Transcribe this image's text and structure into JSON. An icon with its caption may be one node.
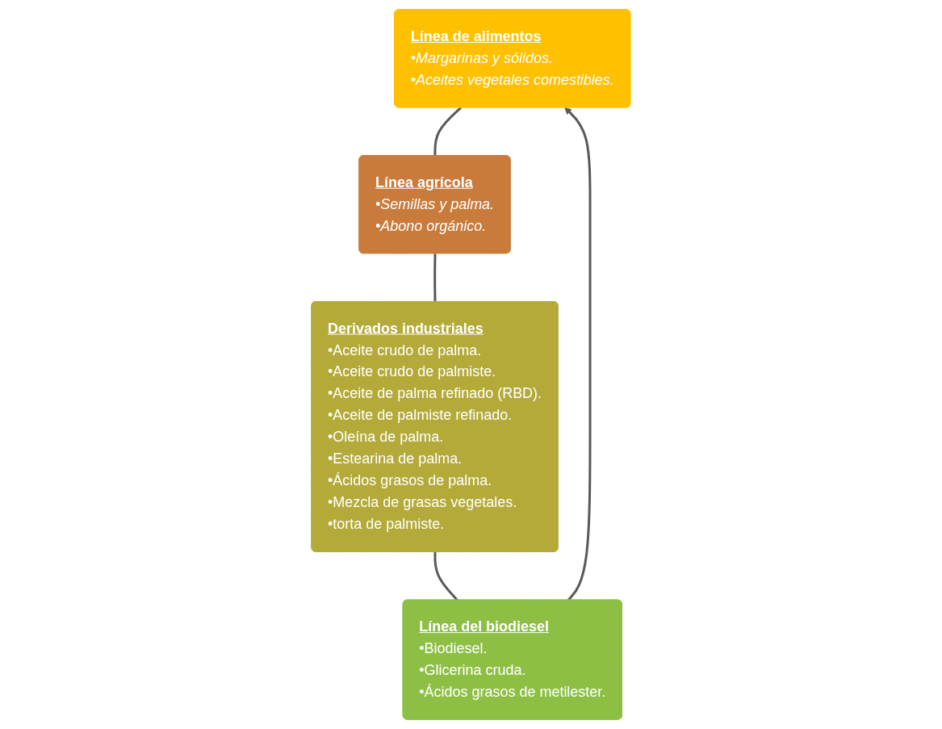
{
  "diagram": {
    "nodes": [
      {
        "text": [
          "Línea de alimentos",
          "•Margarinas y sólidos.",
          "•Aceites vegetales comestibles."
        ]
      },
      {
        "text": [
          "Línea agrícola",
          "•Semillas y palma.",
          "•Abono orgánico."
        ]
      },
      {
        "text": [
          "Derivados industriales",
          "•Aceite crudo de palma.",
          "•Aceite crudo de palmiste.",
          "•Aceite de palma refinado (RBD).",
          "•Aceite de palmiste refinado.",
          "•Oleína de palma.",
          "•Estearina de palma.",
          "•Ácidos grasos de palma.",
          "•Mezcla de grasas vegetales.",
          "•torta de palmiste."
        ]
      },
      {
        "text": [
          "Línea del biodiesel",
          "•Biodiesel.",
          "•Glicerina cruda.",
          "•Ácidos grasos de metilester."
        ]
      }
    ],
    "edges": [
      {
        "from": 0,
        "to": 1,
        "arrow": "none"
      },
      {
        "from": 1,
        "to": 2,
        "arrow": "none"
      },
      {
        "from": 2,
        "to": 3,
        "arrow": "none"
      },
      {
        "from": 3,
        "to": 0,
        "arrow": "to"
      }
    ]
  }
}
